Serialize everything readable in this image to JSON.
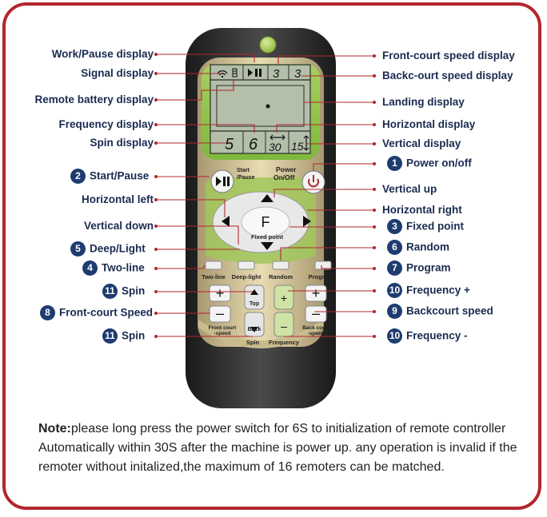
{
  "labels_left": [
    {
      "id": "work-pause-display",
      "text": "Work/Pause display"
    },
    {
      "id": "signal-display",
      "text": "Signal display"
    },
    {
      "id": "remote-battery-display",
      "text": "Remote battery display"
    },
    {
      "id": "frequency-display",
      "text": "Frequency display"
    },
    {
      "id": "spin-display",
      "text": "Spin display"
    },
    {
      "id": "start-pause",
      "text": "Start/Pause",
      "badge": "2"
    },
    {
      "id": "horizontal-left",
      "text": "Horizontal left"
    },
    {
      "id": "vertical-down",
      "text": "Vertical down"
    },
    {
      "id": "deep-light",
      "text": "Deep/Light",
      "badge": "5"
    },
    {
      "id": "two-line",
      "text": "Two-line",
      "badge": "4"
    },
    {
      "id": "spin-top",
      "text": "Spin",
      "badge": "11"
    },
    {
      "id": "front-court-speed",
      "text": "Front-court Speed",
      "badge": "8"
    },
    {
      "id": "spin-bottom",
      "text": "Spin",
      "badge": "11"
    }
  ],
  "labels_right": [
    {
      "id": "front-court-speed-display",
      "text": "Front-court speed display"
    },
    {
      "id": "backcourt-speed-display",
      "text": "Backc-ourt speed display"
    },
    {
      "id": "landing-display",
      "text": "Landing display"
    },
    {
      "id": "horizontal-display",
      "text": "Horizontal display"
    },
    {
      "id": "vertical-display",
      "text": "Vertical display"
    },
    {
      "id": "power-on-off",
      "text": "Power on/off",
      "badge": "1"
    },
    {
      "id": "vertical-up",
      "text": "Vertical up"
    },
    {
      "id": "horizontal-right",
      "text": "Horizontal right"
    },
    {
      "id": "fixed-point",
      "text": "Fixed point",
      "badge": "3"
    },
    {
      "id": "random",
      "text": "Random",
      "badge": "6"
    },
    {
      "id": "program",
      "text": "Program",
      "badge": "7"
    },
    {
      "id": "frequency-plus",
      "text": "Frequency +",
      "badge": "10"
    },
    {
      "id": "backcourt-speed",
      "text": "Backcourt speed",
      "badge": "9"
    },
    {
      "id": "frequency-minus",
      "text": "Frequency -",
      "badge": "10"
    }
  ],
  "remote": {
    "lcd": {
      "front_speed": "3",
      "back_speed": "3",
      "frequency": "6",
      "spin": "5",
      "horizontal": "30",
      "vertical": "15"
    },
    "buttons": {
      "start_pause": "Start\n/Pause",
      "power": "Power\nOn/Off",
      "fixed_point_letter": "F",
      "fixed_point": "Fixed point",
      "two_line": "Two-line",
      "deep_light": "Deep-light",
      "random": "Random",
      "program": "Program",
      "top": "Top",
      "back": "Back",
      "front_court_speed": "Front court\n-speed",
      "back_court_speed": "Back court\n-speed",
      "spin": "Spin",
      "frequency": "Frequency"
    }
  },
  "note": {
    "label": "Note:",
    "text": "please long press the power switch for 6S to initialization of remote controller Automatically within 30S after the machine is  power up. any operation is invalid if the remoter without initalized,the maximum of 16 remoters can be matched."
  }
}
